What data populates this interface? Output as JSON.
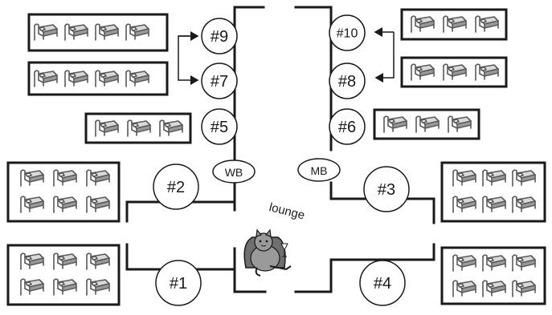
{
  "rooms": {
    "r9": {
      "label": "#9",
      "beds": 4
    },
    "r10": {
      "label": "#10",
      "beds": 3
    },
    "r7": {
      "label": "#7",
      "beds": 4
    },
    "r8": {
      "label": "#8",
      "beds": 3
    },
    "r5": {
      "label": "#5",
      "beds": 3
    },
    "r6": {
      "label": "#6",
      "beds": 3
    },
    "r2": {
      "label": "#2",
      "beds": 6
    },
    "r3": {
      "label": "#3",
      "beds": 6
    },
    "r1": {
      "label": "#1",
      "beds": 6
    },
    "r4": {
      "label": "#4",
      "beds": 6
    }
  },
  "bathrooms": {
    "wb": "WB",
    "mb": "MB"
  },
  "lounge": {
    "label": "lounge"
  },
  "colors": {
    "stroke": "#1a1a1a",
    "bed": "#666666",
    "background": "#ffffff"
  }
}
